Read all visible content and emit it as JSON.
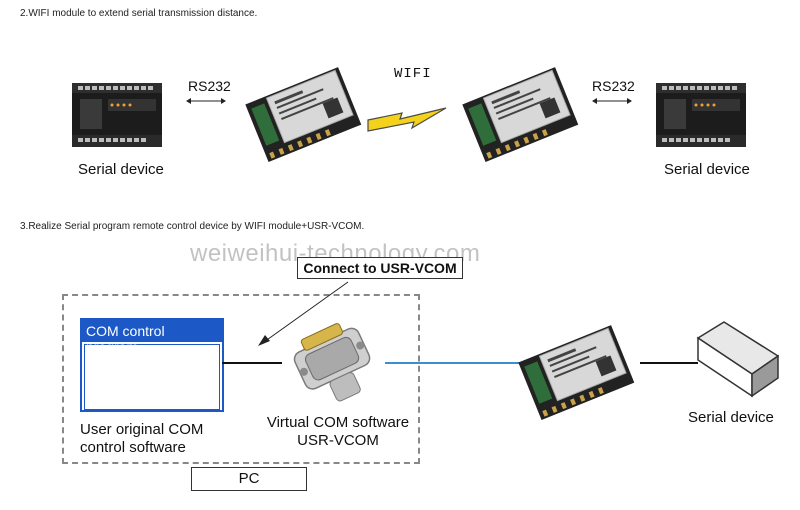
{
  "section1": {
    "caption": "2.WIFI module to extend serial transmission distance.",
    "left_device_label": "Serial device",
    "right_device_label": "Serial device",
    "left_link_label": "RS232",
    "right_link_label": "RS232",
    "wireless_label": "WIFI"
  },
  "section2": {
    "caption": "3.Realize Serial program remote control device by WIFI module+USR-VCOM.",
    "watermark": "weiweihui-technology.com",
    "connect_label": "Connect to USR-VCOM",
    "com_window_title": "COM control program",
    "user_software_line1": "User original COM",
    "user_software_line2": "control software",
    "vcom_line1": "Virtual COM software",
    "vcom_line2": "USR-VCOM",
    "pc_label": "PC",
    "serial_device_label": "Serial device"
  },
  "colors": {
    "com_window_blue": "#1d59c6",
    "cable_blue": "#3b8fd1",
    "lightning_yellow": "#f4d21c"
  }
}
